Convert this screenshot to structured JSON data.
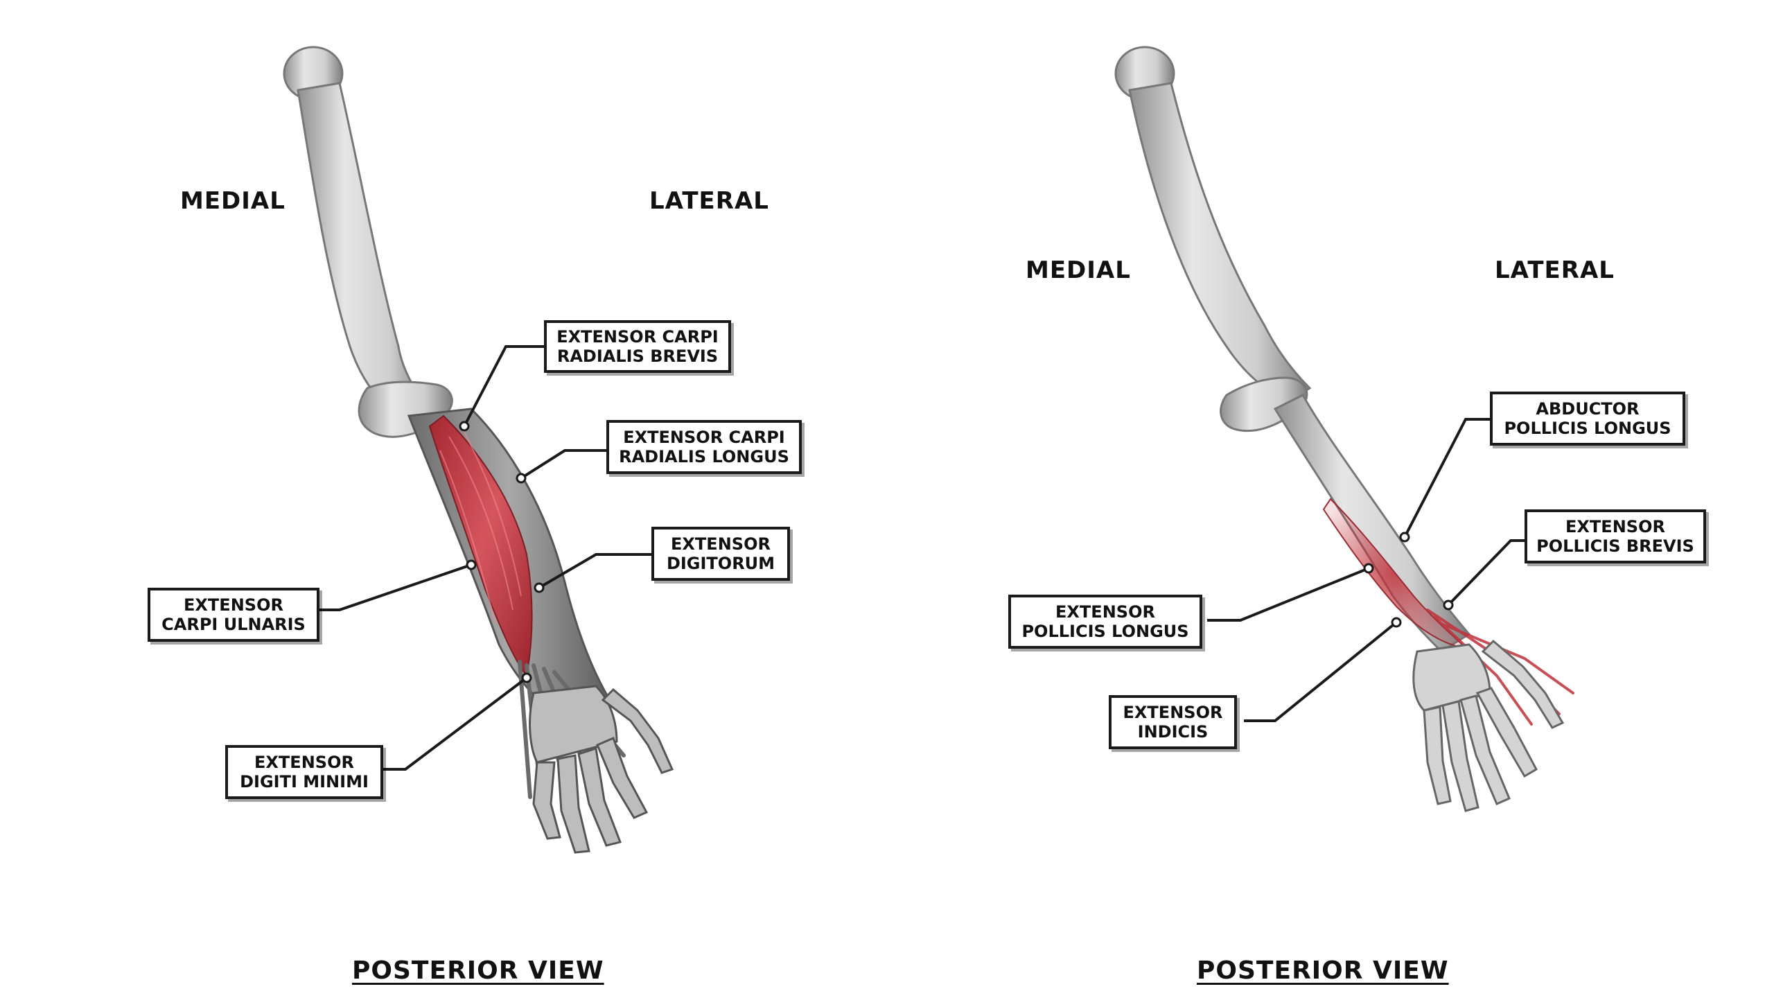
{
  "colors": {
    "muscle": "#c0303a",
    "muscle_light": "#d9525b",
    "bone": "#dedede",
    "bone_shade": "#9a9a9a",
    "tendon": "#7a7a7a",
    "leader_line": "#1a1a1a"
  },
  "left_panel": {
    "medial_label": "MEDIAL",
    "lateral_label": "LATERAL",
    "view_title": "POSTERIOR VIEW",
    "labels": {
      "ecrb": [
        "EXTENSOR CARPI",
        "RADIALIS BREVIS"
      ],
      "ecrl": [
        "EXTENSOR CARPI",
        "RADIALIS LONGUS"
      ],
      "ed": [
        "EXTENSOR",
        "DIGITORUM"
      ],
      "ecu": [
        "EXTENSOR",
        "CARPI ULNARIS"
      ],
      "edm": [
        "EXTENSOR",
        "DIGITI MINIMI"
      ]
    }
  },
  "right_panel": {
    "medial_label": "MEDIAL",
    "lateral_label": "LATERAL",
    "view_title": "POSTERIOR VIEW",
    "labels": {
      "apl": [
        "ABDUCTOR",
        "POLLICIS LONGUS"
      ],
      "epb": [
        "EXTENSOR",
        "POLLICIS BREVIS"
      ],
      "epl": [
        "EXTENSOR",
        "POLLICIS LONGUS"
      ],
      "ei": [
        "EXTENSOR",
        "INDICIS"
      ]
    }
  }
}
